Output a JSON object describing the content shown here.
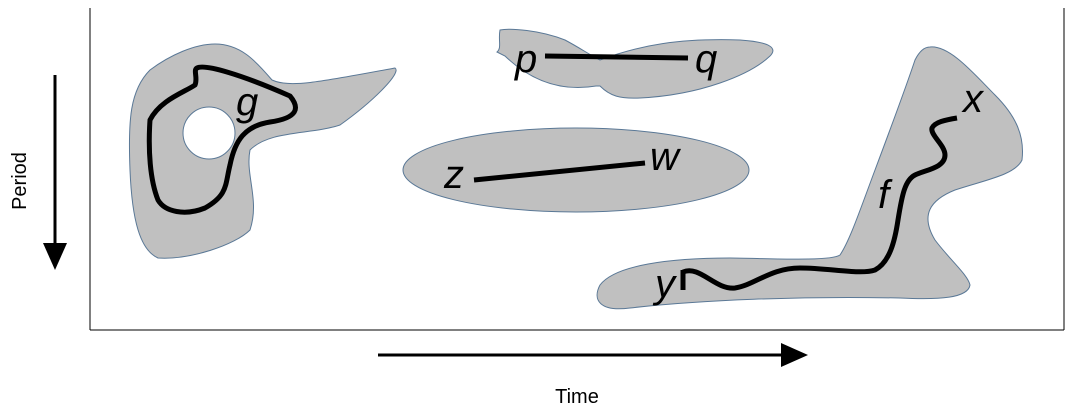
{
  "axes": {
    "x_label": "Time",
    "y_label": "Period"
  },
  "labels": {
    "g": "g",
    "p": "p",
    "q": "q",
    "z": "z",
    "w": "w",
    "x": "x",
    "y": "y",
    "f": "f"
  },
  "colors": {
    "region_fill": "#c0c0c0",
    "region_stroke": "#5a7896",
    "path": "#000000"
  }
}
